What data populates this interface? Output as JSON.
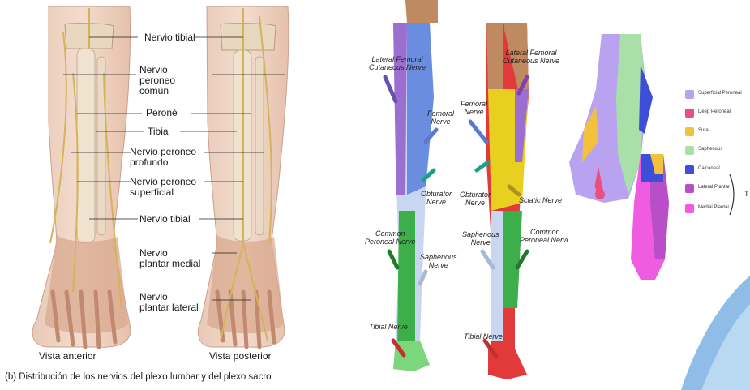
{
  "left_figure": {
    "labels": {
      "nervio_tibial_top": "Nervio tibial",
      "nervio_peroneo_comun": "Nervio\nperoneo\ncomún",
      "perone": "Peroné",
      "tibia": "Tibia",
      "nervio_peroneo_profundo": "Nervio peroneo\nprofundo",
      "nervio_peroneo_superficial": "Nervio peroneo\nsuperficial",
      "nervio_tibial_bottom": "Nervio tibial",
      "nervio_plantar_medial": "Nervio\nplantar medial",
      "nervio_plantar_lateral": "Nervio\nplantar lateral"
    },
    "vista_anterior": "Vista anterior",
    "vista_posterior": "Vista posterior",
    "caption": "(b) Distribución de los nervios del plexo lumbar y del plexo sacro"
  },
  "middle_figure": {
    "anterior_labels": {
      "lateral_femoral": "Lateral Femoral\nCutaneous Nerve",
      "femoral": "Femoral\nNerve",
      "obturator": "Obturator\nNerve",
      "common_peroneal": "Common\nPeroneal Nerve",
      "saphenous": "Saphenous\nNerve",
      "tibial": "Tibial Nerve"
    },
    "posterior_labels": {
      "lateral_femoral": "Lateral Femoral\nCutaneous Nerve",
      "femoral": "Femoral\nNerve",
      "obturator": "Obturator\nNerve",
      "sciatic": "Sciatic Nerve",
      "saphenous": "Saphenous\nNerve",
      "common_peroneal": "Common\nPeroneal Nerve",
      "tibial": "Tibial Nerve"
    },
    "colors": {
      "lateral_femoral": "#9b6fd0",
      "femoral": "#6a8de0",
      "obturator": "#e8d020",
      "saphenous": "#c8d6f0",
      "common_peroneal": "#3cae4a",
      "sciatic": "#e03a3a",
      "tibial": "#7cd67c"
    }
  },
  "right_figure": {
    "legend": [
      {
        "label": "Superficial Peroneal",
        "color": "#b9a3f0"
      },
      {
        "label": "Deep Peroneal",
        "color": "#ec4f7e"
      },
      {
        "label": "Sural",
        "color": "#f2c23c"
      },
      {
        "label": "Saphenous",
        "color": "#a8e0a8"
      },
      {
        "label": "Calcaneal",
        "color": "#3f4ed8"
      },
      {
        "label": "Lateral Plantar",
        "color": "#b84fc8"
      },
      {
        "label": "Medial Plantar",
        "color": "#f05ce0"
      }
    ],
    "bracket_letter": "T"
  }
}
